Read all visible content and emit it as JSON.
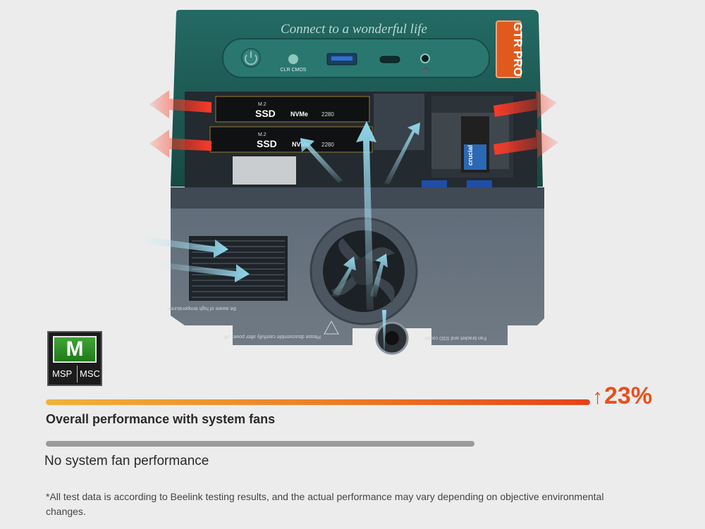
{
  "device": {
    "slogan": "Connect to a wonderful life",
    "brand_tag": "GTR PRO",
    "port_label_clr": "CLR CMOS",
    "ssd1": {
      "line1": "M.2",
      "line2": "SSD",
      "spec": "NVMe",
      "size": "2280"
    },
    "ssd2": {
      "line1": "M.2",
      "line2": "SSD",
      "spec": "NVMe",
      "size": "2280"
    },
    "ram_brand": "crucial",
    "warn1": "Be aware of high temperatures!",
    "warn2": "Please disassemble carefully after power off",
    "warn3": "Fan bracket and SSD cooler"
  },
  "badge": {
    "main": "M",
    "left": "MSP",
    "right": "MSC"
  },
  "comparison": {
    "with_fans_label": "Overall performance with system fans",
    "with_fans_gain": "23%",
    "without_fans_label": "No system fan performance",
    "with_fans_fraction": 1.0,
    "without_fans_fraction": 0.77
  },
  "disclaimer": "*All test data is according to Beelink testing results, and the actual performance may vary depending on objective environmental changes.",
  "colors": {
    "chassis": "#1f5b57",
    "accent_orange": "#e8501c",
    "airflow_hot": "#e3251c",
    "airflow_cool": "#8fd7ec",
    "grey_bar": "#9a9a9a"
  }
}
